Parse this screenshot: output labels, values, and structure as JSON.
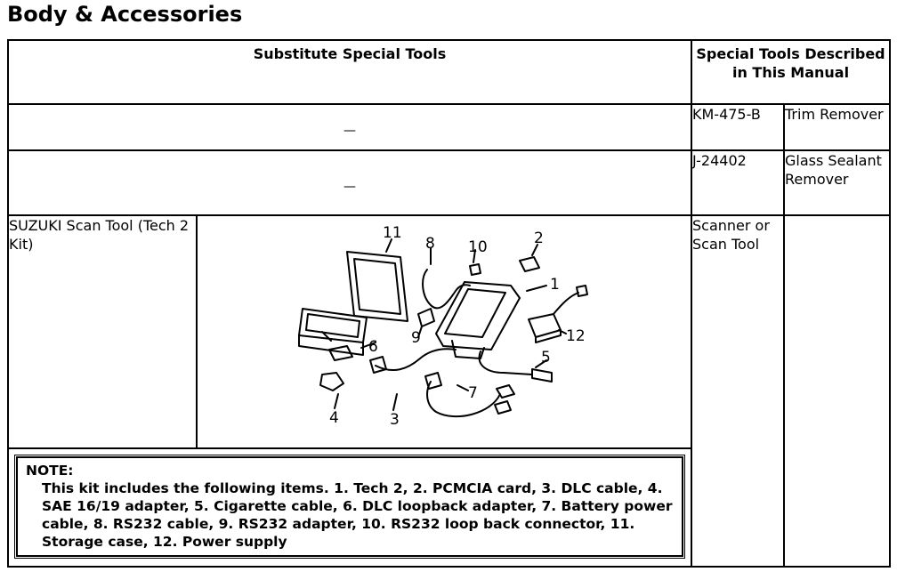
{
  "page_title": "Body & Accessories",
  "table": {
    "header_substitute": "Substitute Special Tools",
    "header_described": "Special Tools Described in This Manual",
    "rows": [
      {
        "substitute": "—",
        "code": "KM-475-B",
        "name": "Trim Remover"
      },
      {
        "substitute": "—",
        "code": "J-24402",
        "name": "Glass Sealant Remover"
      }
    ],
    "scan_tool": {
      "substitute_name": "SUZUKI Scan Tool (Tech 2 Kit)",
      "described_name": "Scanner or Scan Tool"
    },
    "figure_labels": [
      "1",
      "2",
      "3",
      "4",
      "5",
      "6",
      "7",
      "8",
      "9",
      "10",
      "11",
      "12"
    ]
  },
  "note": {
    "heading": "NOTE:",
    "text": "This kit includes the following items. 1. Tech 2, 2. PCMCIA card, 3. DLC cable, 4. SAE 16/19 adapter, 5. Cigarette cable, 6. DLC loopback adapter, 7. Battery power cable, 8. RS232 cable, 9. RS232 adapter, 10. RS232 loop back connector, 11. Storage case, 12. Power supply"
  }
}
